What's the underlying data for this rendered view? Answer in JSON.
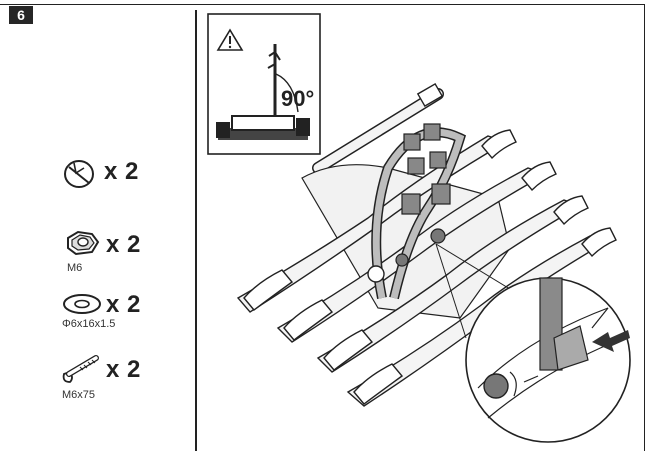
{
  "step": {
    "number": "6"
  },
  "parts": [
    {
      "icon": "rubber-cap-icon",
      "quantity": "x 2",
      "size": ""
    },
    {
      "icon": "hex-nut-icon",
      "quantity": "x 2",
      "size": "M6"
    },
    {
      "icon": "washer-icon",
      "quantity": "x 2",
      "size": "Φ6x16x1.5"
    },
    {
      "icon": "bolt-icon",
      "quantity": "x 2",
      "size": "M6x75"
    }
  ],
  "inset": {
    "angle_label": "90°",
    "warning_icon": "warning-triangle-icon"
  },
  "illustration": {
    "subject": "bike-carrier-icon"
  }
}
